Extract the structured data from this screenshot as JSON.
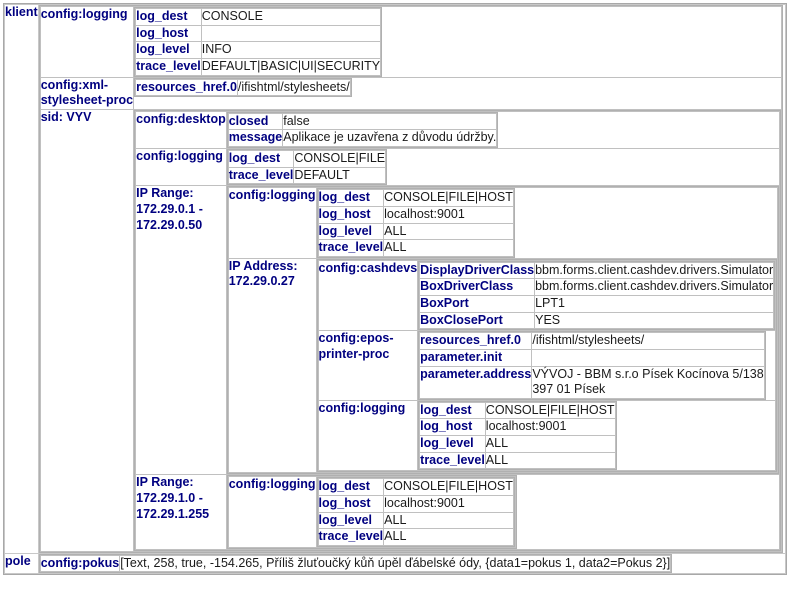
{
  "colors": {
    "key_bg": "#00ffff",
    "value_bg": "#ffffff",
    "key_text": "#000080",
    "border": "#c8c8c8"
  },
  "sections": [
    {
      "name": "klient",
      "label": "klient",
      "groups": [
        {
          "label": "config:logging",
          "rows": [
            {
              "key": "log_dest",
              "value": "CONSOLE"
            },
            {
              "key": "log_host",
              "value": ""
            },
            {
              "key": "log_level",
              "value": "INFO"
            },
            {
              "key": "trace_level",
              "value": "DEFAULT|BASIC|UI|SECURITY"
            }
          ]
        },
        {
          "label": "config:xml-\nstylesheet-proc",
          "rows": [
            {
              "key": "resources_href.0",
              "value": "/ifishtml/stylesheets/"
            }
          ]
        },
        {
          "label": "sid: VYV",
          "subgroups": [
            {
              "label": "config:desktop",
              "rows": [
                {
                  "key": "closed",
                  "value": "false"
                },
                {
                  "key": "message",
                  "value": "Aplikace je uzavřena z důvodu údržby."
                }
              ]
            },
            {
              "label": "config:logging",
              "rows": [
                {
                  "key": "log_dest",
                  "value": "CONSOLE|FILE"
                },
                {
                  "key": "trace_level",
                  "value": "DEFAULT"
                }
              ]
            },
            {
              "label": "IP Range:\n172.29.0.1 -\n172.29.0.50",
              "subgroups": [
                {
                  "label": "config:logging",
                  "rows": [
                    {
                      "key": "log_dest",
                      "value": "CONSOLE|FILE|HOST"
                    },
                    {
                      "key": "log_host",
                      "value": "localhost:9001"
                    },
                    {
                      "key": "log_level",
                      "value": "ALL"
                    },
                    {
                      "key": "trace_level",
                      "value": "ALL"
                    }
                  ]
                },
                {
                  "label": "IP Address:\n172.29.0.27",
                  "subgroups": [
                    {
                      "label": "config:cashdevs",
                      "rows": [
                        {
                          "key": "DisplayDriverClass",
                          "value": "bbm.forms.client.cashdev.drivers.Simulator"
                        },
                        {
                          "key": "BoxDriverClass",
                          "value": "bbm.forms.client.cashdev.drivers.Simulator"
                        },
                        {
                          "key": "BoxPort",
                          "value": "LPT1"
                        },
                        {
                          "key": "BoxClosePort",
                          "value": "YES"
                        }
                      ]
                    },
                    {
                      "label": "config:epos-\nprinter-proc",
                      "rows": [
                        {
                          "key": "resources_href.0",
                          "value": "/ifishtml/stylesheets/"
                        },
                        {
                          "key": "parameter.init",
                          "value": ""
                        },
                        {
                          "key": "parameter.address",
                          "value": "VÝVOJ - BBM s.r.o Písek Kocínova 5/138\n397 01 Písek"
                        }
                      ]
                    },
                    {
                      "label": "config:logging",
                      "rows": [
                        {
                          "key": "log_dest",
                          "value": "CONSOLE|FILE|HOST"
                        },
                        {
                          "key": "log_host",
                          "value": "localhost:9001"
                        },
                        {
                          "key": "log_level",
                          "value": "ALL"
                        },
                        {
                          "key": "trace_level",
                          "value": "ALL"
                        }
                      ]
                    }
                  ]
                }
              ]
            },
            {
              "label": "IP Range:\n172.29.1.0 -\n172.29.1.255",
              "subgroups": [
                {
                  "label": "config:logging",
                  "rows": [
                    {
                      "key": "log_dest",
                      "value": "CONSOLE|FILE|HOST"
                    },
                    {
                      "key": "log_host",
                      "value": "localhost:9001"
                    },
                    {
                      "key": "log_level",
                      "value": "ALL"
                    },
                    {
                      "key": "trace_level",
                      "value": "ALL"
                    }
                  ]
                }
              ]
            }
          ]
        }
      ]
    },
    {
      "name": "pole",
      "label": "pole",
      "groups": [
        {
          "label": "config:pokus",
          "single_value": "[Text, 258, true, -154.265, Příliš žluťoučký kůň úpěl ďábelské ódy, {data1=pokus 1, data2=Pokus 2}]"
        }
      ]
    }
  ]
}
